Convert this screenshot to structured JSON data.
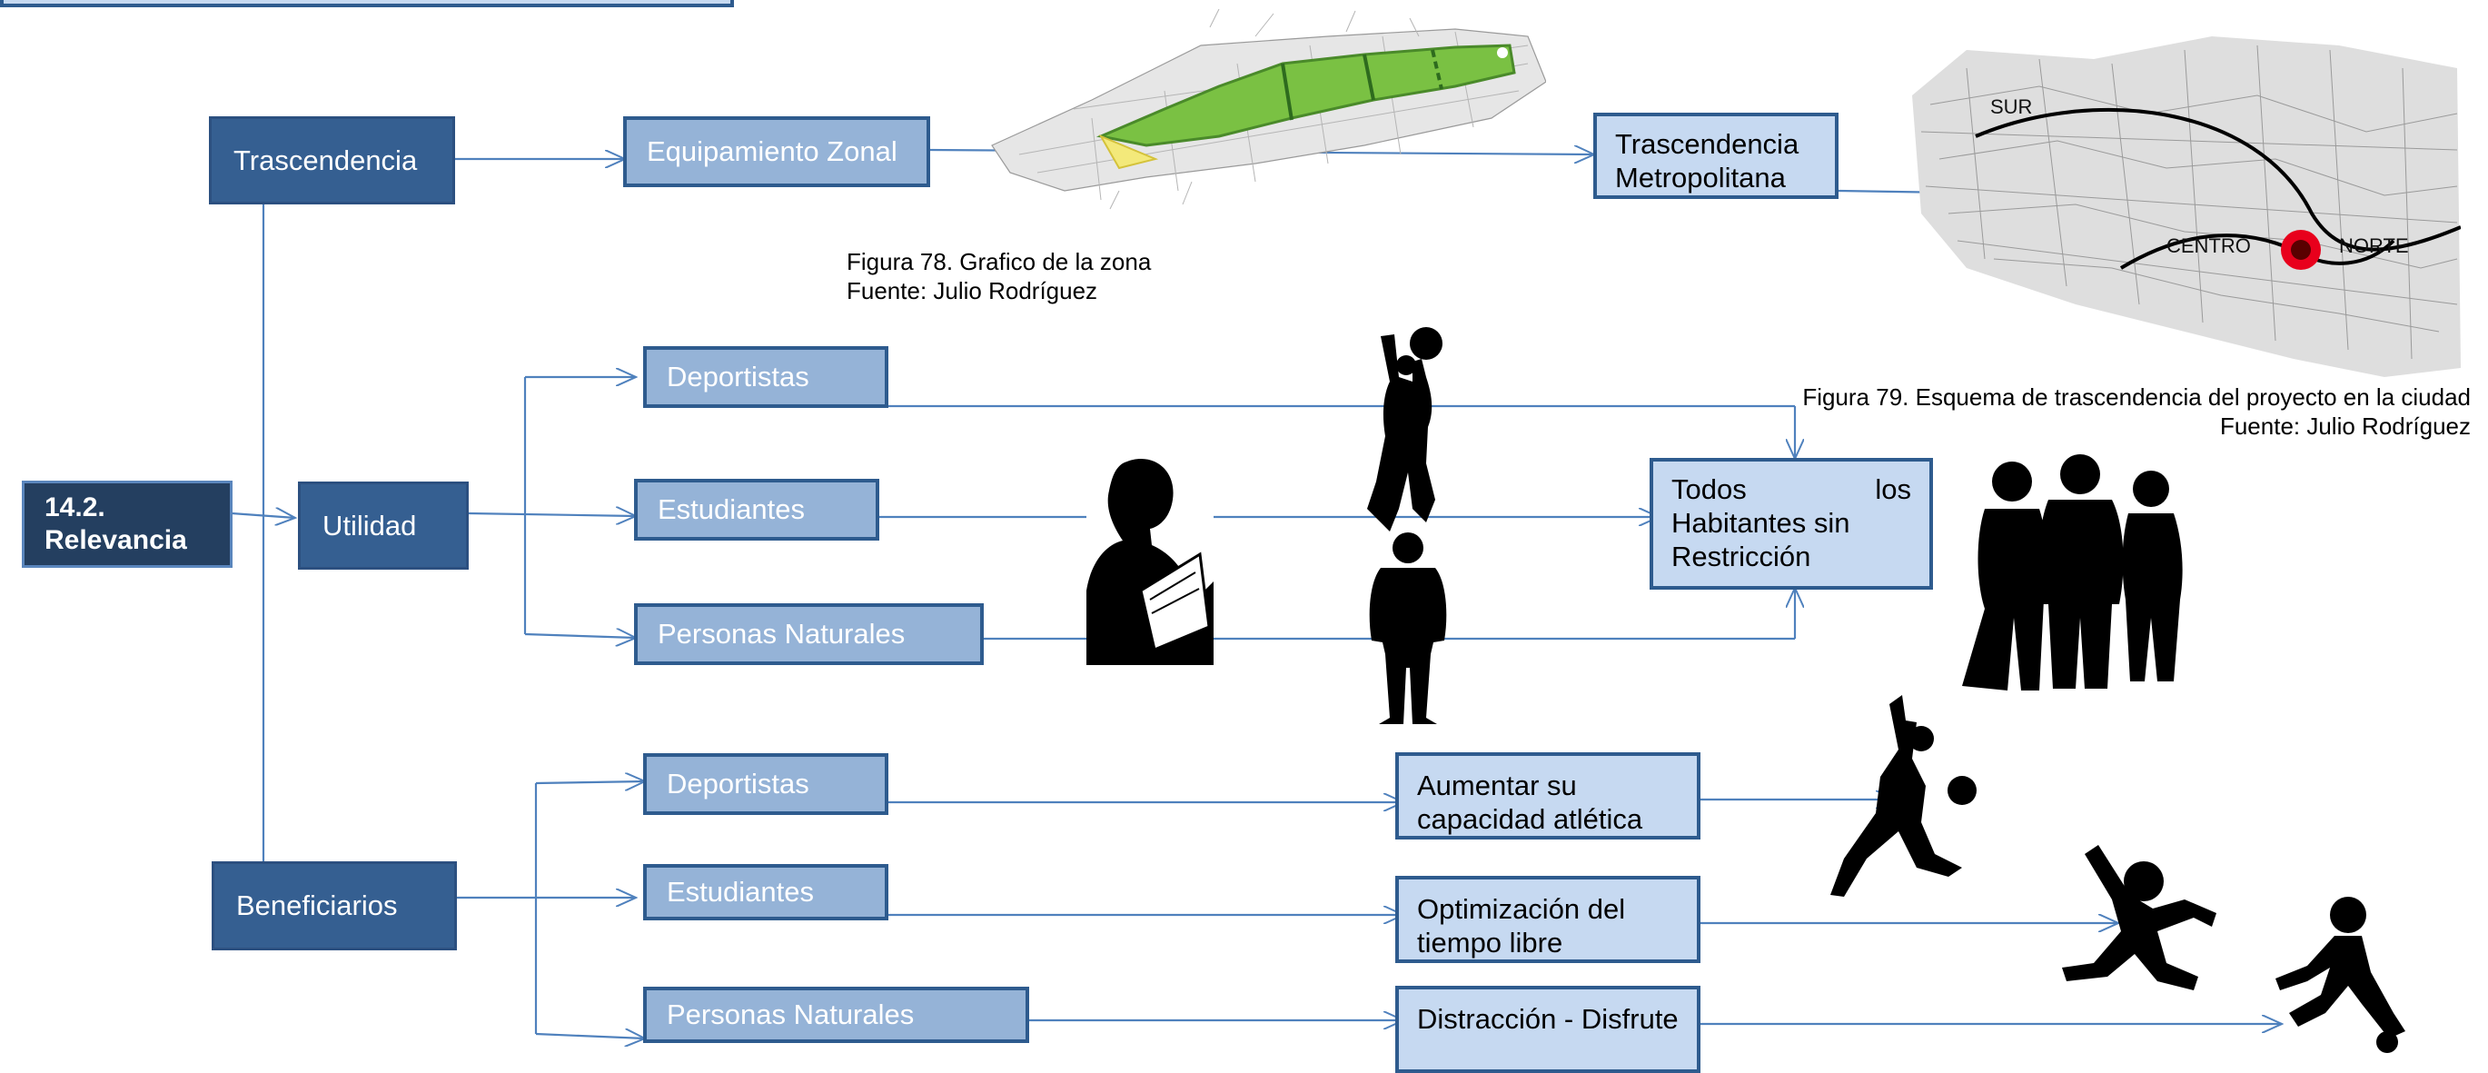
{
  "root": {
    "line1": "14.2.",
    "line2": "Relevancia"
  },
  "branches": {
    "trascendencia": "Trascendencia",
    "utilidad": "Utilidad",
    "beneficiarios": "Beneficiarios"
  },
  "trascendencia": {
    "zonal": "Equipamiento Zonal",
    "metro": "Trascendencia Metropolitana",
    "fig78": {
      "caption": "Figura 78. Grafico de la zona",
      "source": "Fuente: Julio Rodríguez"
    },
    "fig79": {
      "caption": "Figura 79. Esquema de trascendencia del proyecto en la ciudad",
      "source": "Fuente: Julio Rodríguez"
    },
    "map_labels": {
      "sur": "SUR",
      "centro": "CENTRO",
      "norte": "NORTE"
    }
  },
  "utilidad": {
    "items": [
      "Deportistas",
      "Estudiantes",
      "Personas Naturales"
    ],
    "result": {
      "line1": "Todos",
      "line1b": "los",
      "line2": "Habitantes sin",
      "line3": "Restricción"
    }
  },
  "beneficiarios": {
    "items": [
      "Deportistas",
      "Estudiantes",
      "Personas Naturales"
    ],
    "results": [
      "Aumentar su capacidad atlética",
      "Optimización del tiempo libre",
      "Distracción - Disfrute"
    ]
  },
  "colors": {
    "dark_box": "#355f91",
    "mid_box": "#95b3d7",
    "light_box": "#c6d9f1",
    "root_box": "#243f60",
    "connector": "#4f81bd",
    "map_green": "#7ac143"
  }
}
